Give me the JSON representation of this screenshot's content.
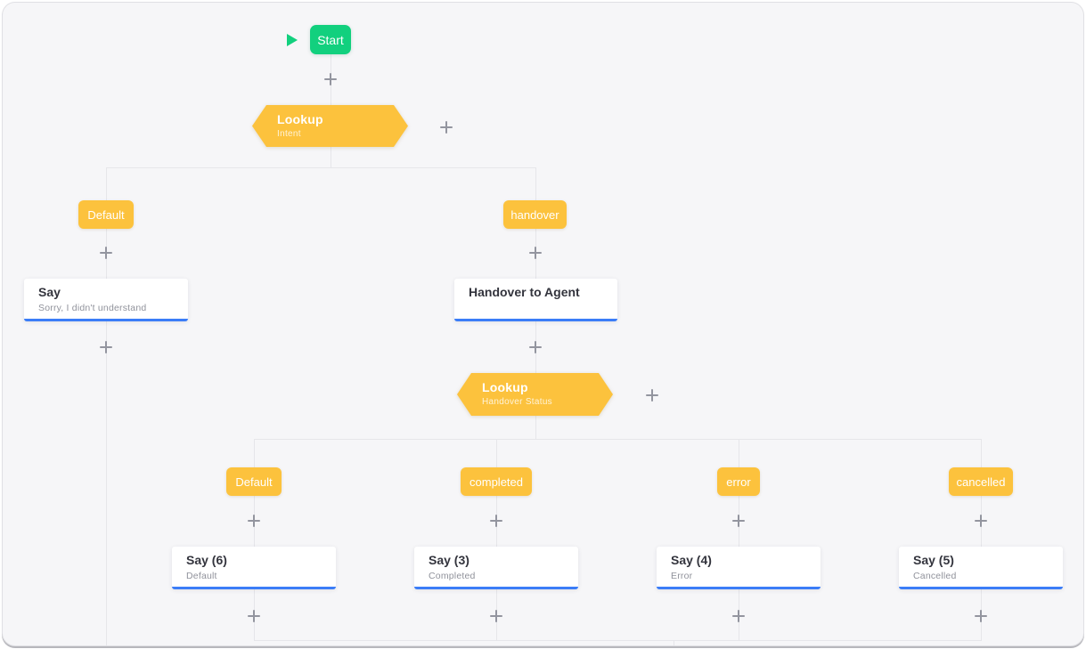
{
  "flow": {
    "start": {
      "label": "Start"
    },
    "lookup_intent": {
      "title": "Lookup",
      "subtitle": "Intent"
    },
    "intent_branches": [
      {
        "label": "Default"
      },
      {
        "label": "handover"
      }
    ],
    "say_fallback": {
      "title": "Say",
      "subtitle": "Sorry, I didn't understand"
    },
    "handover_card": {
      "title": "Handover to Agent"
    },
    "lookup_status": {
      "title": "Lookup",
      "subtitle": "Handover Status"
    },
    "status_branches": [
      {
        "label": "Default"
      },
      {
        "label": "completed"
      },
      {
        "label": "error"
      },
      {
        "label": "cancelled"
      }
    ],
    "status_cards": [
      {
        "title": "Say (6)",
        "subtitle": "Default"
      },
      {
        "title": "Say (3)",
        "subtitle": "Completed"
      },
      {
        "title": "Say (4)",
        "subtitle": "Error"
      },
      {
        "title": "Say (5)",
        "subtitle": "Cancelled"
      }
    ]
  },
  "icons": {
    "play": "play-icon",
    "add": "plus-icon"
  },
  "colors": {
    "bg": "#f6f6f8",
    "yellow": "#fcc23d",
    "green": "#12d07e",
    "blue": "#3b7df7",
    "line": "#e6e6ea",
    "plus": "#93959f",
    "title": "#33343d",
    "subtitle": "#90929b"
  }
}
